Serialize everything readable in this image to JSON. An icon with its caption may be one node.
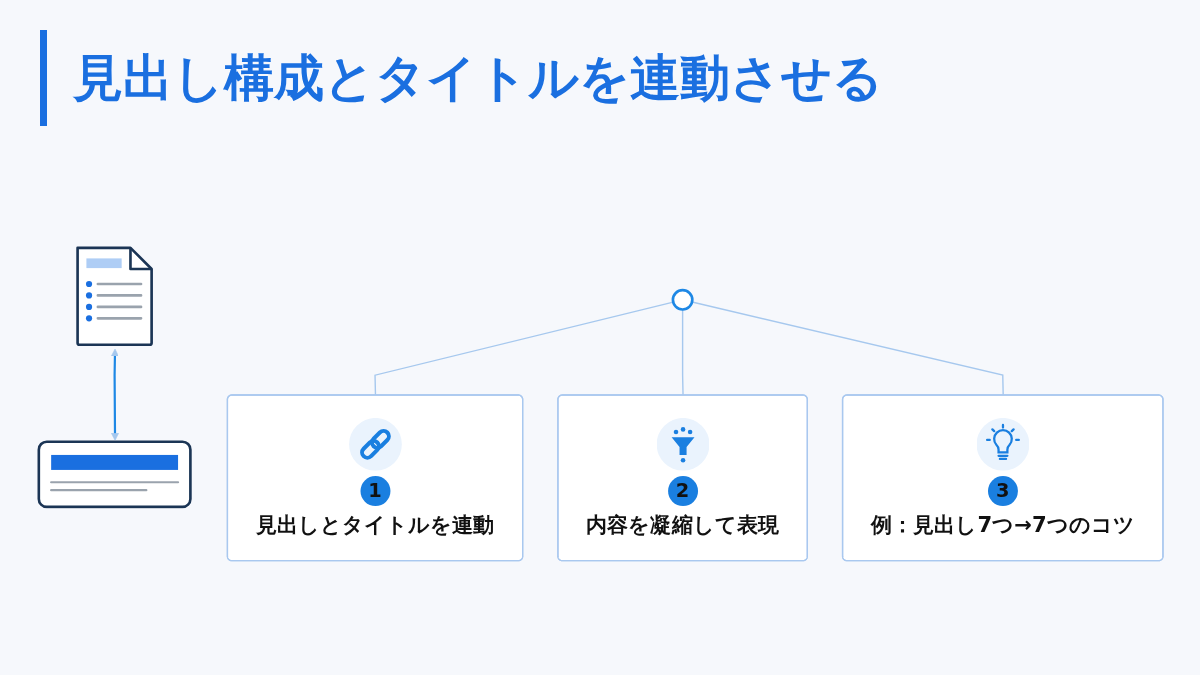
{
  "diagram": {
    "title": "見出し構成とタイトルを連動させる",
    "nodes": [
      {
        "text": [],
        "shape": "picture"
      },
      {
        "text": [],
        "shape": "picture"
      },
      {
        "text": [],
        "shape": "circle"
      },
      {
        "text": [
          "1",
          "見出しとタイトルを連動"
        ]
      },
      {
        "text": [
          "2",
          "内容を凝縮して表現"
        ]
      },
      {
        "text": [
          "3",
          "例：見出し7つ→7つのコツ"
        ]
      }
    ],
    "edges": [
      {
        "from": 0,
        "to": 1,
        "arrow": "both",
        "color": "#1e88e5"
      },
      {
        "from": 2,
        "to": 3,
        "arrow": "none"
      },
      {
        "from": 2,
        "to": 4,
        "arrow": "none"
      },
      {
        "from": 2,
        "to": 5,
        "arrow": "none"
      }
    ]
  }
}
